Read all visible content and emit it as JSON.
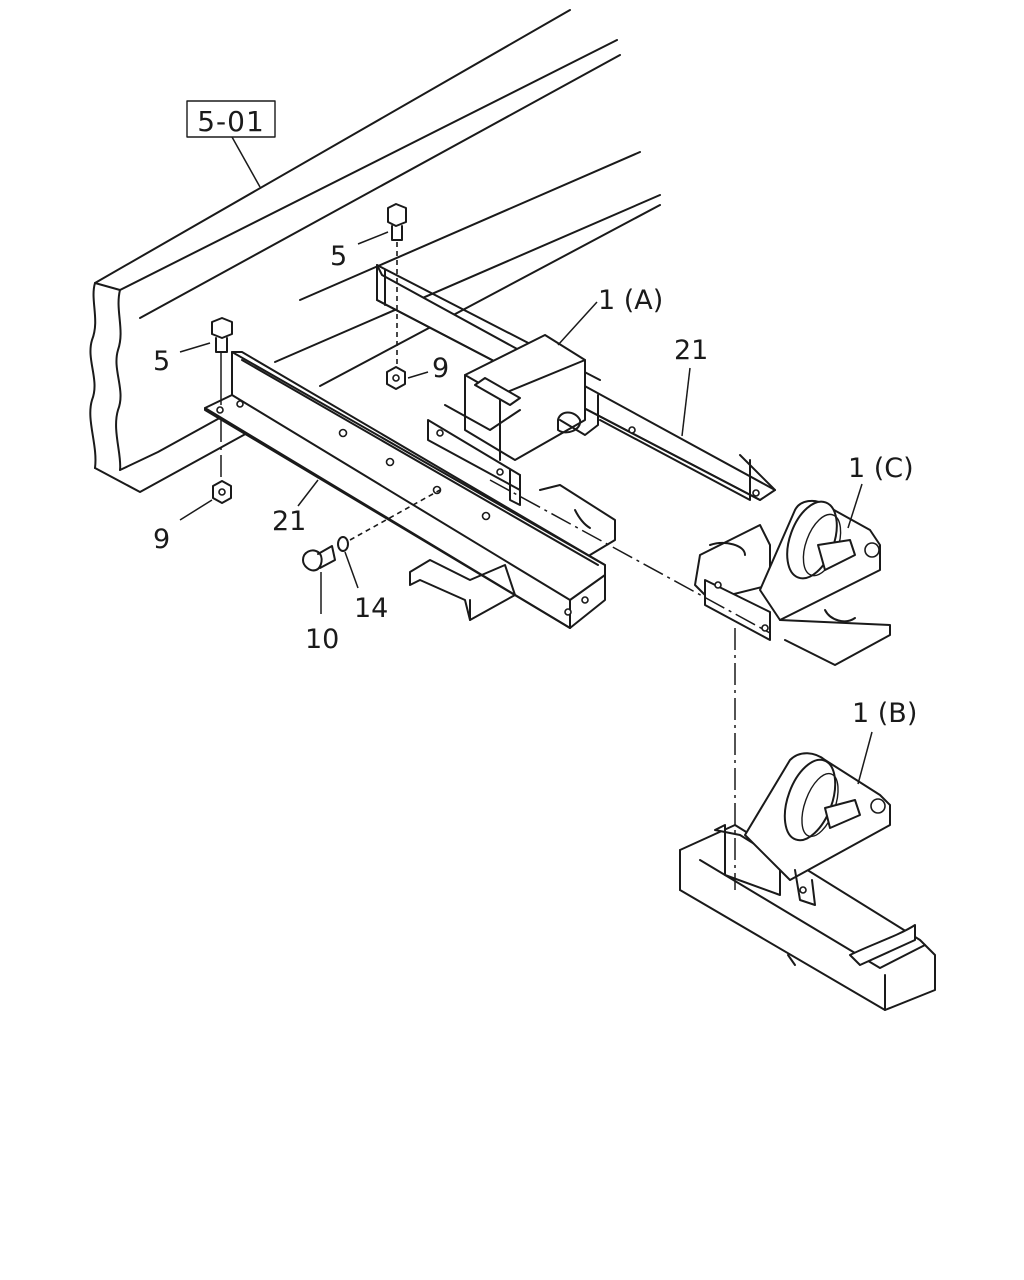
{
  "reference_box": "5-01",
  "callouts": {
    "bolt_upper": "5",
    "bolt_left": "5",
    "nut_upper": "9",
    "nut_lower": "9",
    "bracket_assembly_a": "1 (A)",
    "bracket_assembly_b": "1 (B)",
    "bracket_assembly_c": "1 (C)",
    "rail_upper": "21",
    "rail_lower": "21",
    "bolt_small": "10",
    "washer": "14"
  }
}
